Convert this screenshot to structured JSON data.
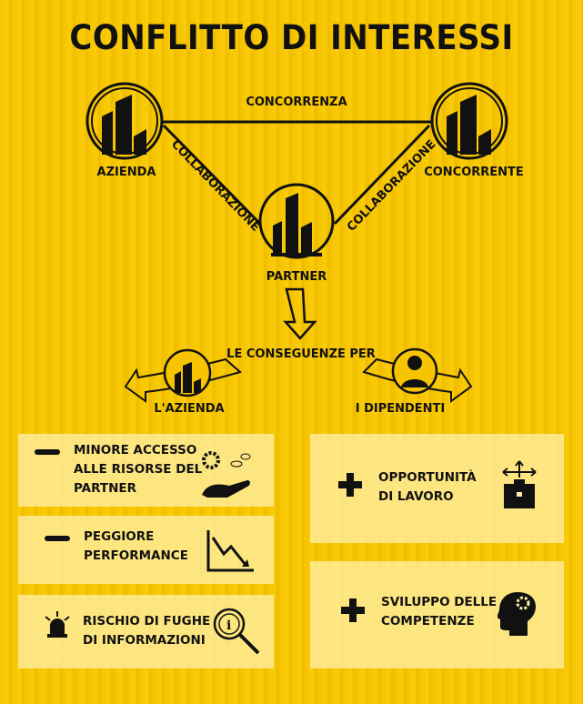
{
  "title": "CONFLITTO DI INTERESSI",
  "diagram": {
    "top_edge": "CONCORRENZA",
    "left_edge": "COLLABORAZIONE",
    "right_edge": "COLLABORAZIONE",
    "node_left": "AZIENDA",
    "node_right": "CONCORRENTE",
    "node_bottom": "PARTNER",
    "consequences_heading": "LE CONSEGUENZE PER",
    "branch_left": "L'AZIENDA",
    "branch_right": "I DIPENDENTI"
  },
  "company_items": [
    {
      "sign": "minus",
      "text_lines": [
        "MINORE ACCESSO",
        "ALLE RISORSE DEL",
        "PARTNER"
      ],
      "icon": "hand-resources-icon"
    },
    {
      "sign": "minus",
      "text_lines": [
        "PEGGIORE",
        "PERFORMANCE"
      ],
      "icon": "declining-chart-icon"
    },
    {
      "sign": "alarm",
      "text_lines": [
        "RISCHIO DI FUGHE",
        "DI INFORMAZIONI"
      ],
      "icon": "magnifier-info-icon"
    }
  ],
  "employee_items": [
    {
      "sign": "plus",
      "text_lines": [
        "OPPORTUNITÀ",
        "DI LAVORO"
      ],
      "icon": "briefcase-arrows-icon"
    },
    {
      "sign": "plus",
      "text_lines": [
        "SVILUPPO DELLE",
        "COMPETENZE"
      ],
      "icon": "head-gear-icon"
    }
  ],
  "colors": {
    "background": "#f6c400",
    "box": "#fdeea8",
    "ink": "#111111"
  }
}
